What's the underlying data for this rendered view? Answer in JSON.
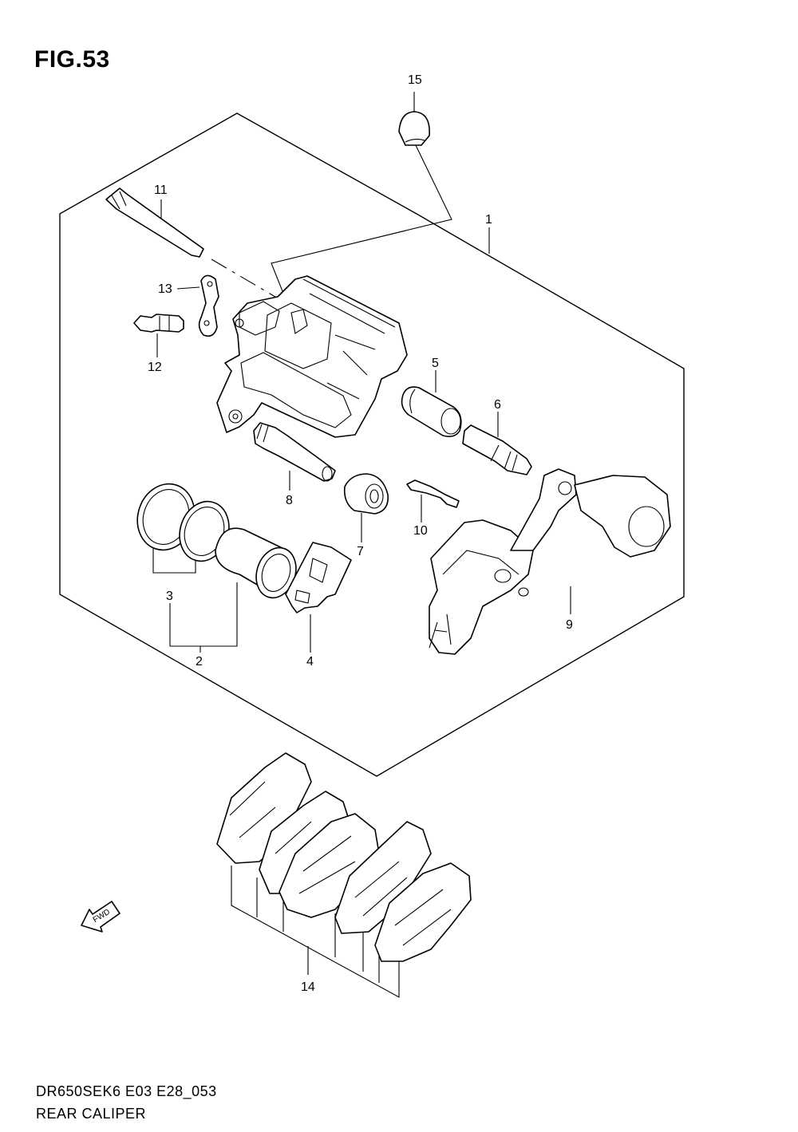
{
  "figure": {
    "title": "FIG.53",
    "code": "DR650SEK6 E03 E28_053",
    "name": "REAR CALIPER"
  },
  "fwd_arrow": {
    "label": "FWD",
    "icon": "fwd-arrow-icon"
  },
  "callouts": {
    "c1": "1",
    "c2": "2",
    "c3": "3",
    "c4": "4",
    "c5": "5",
    "c6": "6",
    "c7": "7",
    "c8": "8",
    "c9": "9",
    "c10": "10",
    "c11": "11",
    "c12": "12",
    "c13": "13",
    "c14": "14",
    "c15": "15"
  }
}
